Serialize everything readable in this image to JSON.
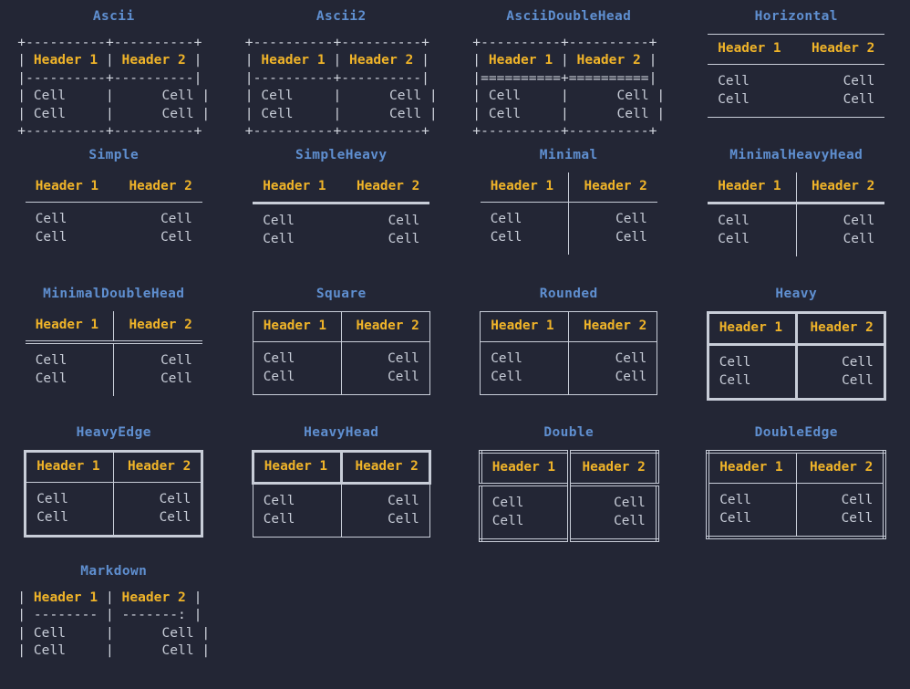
{
  "page": {
    "background_color": "#232635",
    "title_color": "#5f8fd0",
    "header_color": "#f0b429",
    "cell_color": "#c8cdd8",
    "line_color": "#c8cdd8"
  },
  "labels": {
    "header1": "Header 1",
    "header2": "Header 2",
    "cell": "Cell"
  },
  "tables": [
    {
      "id": "ascii",
      "title": "Ascii",
      "render": "ascii",
      "art": [
        {
          "text": "+----------+----------+"
        },
        {
          "pre": "| ",
          "h1": "Header 1",
          "mid": " | ",
          "h2": "Header 2",
          "post": " |"
        },
        {
          "text": "|----------+----------|"
        },
        {
          "pre": "| ",
          "c1": "Cell",
          "mid": "     |      ",
          "c2": "Cell",
          "post": " |"
        },
        {
          "pre": "| ",
          "c1": "Cell",
          "mid": "     |      ",
          "c2": "Cell",
          "post": " |"
        },
        {
          "text": "+----------+----------+"
        }
      ]
    },
    {
      "id": "ascii2",
      "title": "Ascii2",
      "render": "ascii",
      "art": [
        {
          "text": "+----------+----------+"
        },
        {
          "pre": "| ",
          "h1": "Header 1",
          "mid": " | ",
          "h2": "Header 2",
          "post": " |"
        },
        {
          "text": "|----------+----------|"
        },
        {
          "pre": "| ",
          "c1": "Cell",
          "mid": "     |      ",
          "c2": "Cell",
          "post": " |"
        },
        {
          "pre": "| ",
          "c1": "Cell",
          "mid": "     |      ",
          "c2": "Cell",
          "post": " |"
        },
        {
          "text": "+----------+----------+"
        }
      ]
    },
    {
      "id": "asciidoublehead",
      "title": "AsciiDoubleHead",
      "render": "ascii",
      "art": [
        {
          "text": "+----------+----------+"
        },
        {
          "pre": "| ",
          "h1": "Header 1",
          "mid": " | ",
          "h2": "Header 2",
          "post": " |"
        },
        {
          "text": "|==========+==========|"
        },
        {
          "pre": "| ",
          "c1": "Cell",
          "mid": "     |      ",
          "c2": "Cell",
          "post": " |"
        },
        {
          "pre": "| ",
          "c1": "Cell",
          "mid": "     |      ",
          "c2": "Cell",
          "post": " |"
        },
        {
          "text": "+----------+----------+"
        }
      ]
    },
    {
      "id": "horizontal",
      "title": "Horizontal",
      "render": "box",
      "style": "st-horizontal"
    },
    {
      "id": "simple",
      "title": "Simple",
      "render": "box",
      "style": "st-simple"
    },
    {
      "id": "simpleheavy",
      "title": "SimpleHeavy",
      "render": "box",
      "style": "st-simpleheavy"
    },
    {
      "id": "minimal",
      "title": "Minimal",
      "render": "box",
      "style": "st-minimal"
    },
    {
      "id": "minimalheavyhead",
      "title": "MinimalHeavyHead",
      "render": "box",
      "style": "st-minimalheavy"
    },
    {
      "id": "minimaldoublehead",
      "title": "MinimalDoubleHead",
      "render": "box",
      "style": "st-minimaldouble"
    },
    {
      "id": "square",
      "title": "Square",
      "render": "box",
      "style": "st-square"
    },
    {
      "id": "rounded",
      "title": "Rounded",
      "render": "box",
      "style": "st-rounded"
    },
    {
      "id": "heavy",
      "title": "Heavy",
      "render": "box",
      "style": "st-heavy"
    },
    {
      "id": "heavyedge",
      "title": "HeavyEdge",
      "render": "box",
      "style": "st-heavyedge"
    },
    {
      "id": "heavyhead",
      "title": "HeavyHead",
      "render": "box",
      "style": "st-heavyhead"
    },
    {
      "id": "double",
      "title": "Double",
      "render": "box",
      "style": "st-double"
    },
    {
      "id": "doubleedge",
      "title": "DoubleEdge",
      "render": "box",
      "style": "st-doubleedge"
    },
    {
      "id": "markdown",
      "title": "Markdown",
      "render": "ascii",
      "art": [
        {
          "pre": "| ",
          "h1": "Header 1",
          "mid": " | ",
          "h2": "Header 2",
          "post": " |"
        },
        {
          "text": "| -------- | -------: |"
        },
        {
          "pre": "| ",
          "c1": "Cell",
          "mid": "     |      ",
          "c2": "Cell",
          "post": " |"
        },
        {
          "pre": "| ",
          "c1": "Cell",
          "mid": "     |      ",
          "c2": "Cell",
          "post": " |"
        }
      ]
    }
  ]
}
